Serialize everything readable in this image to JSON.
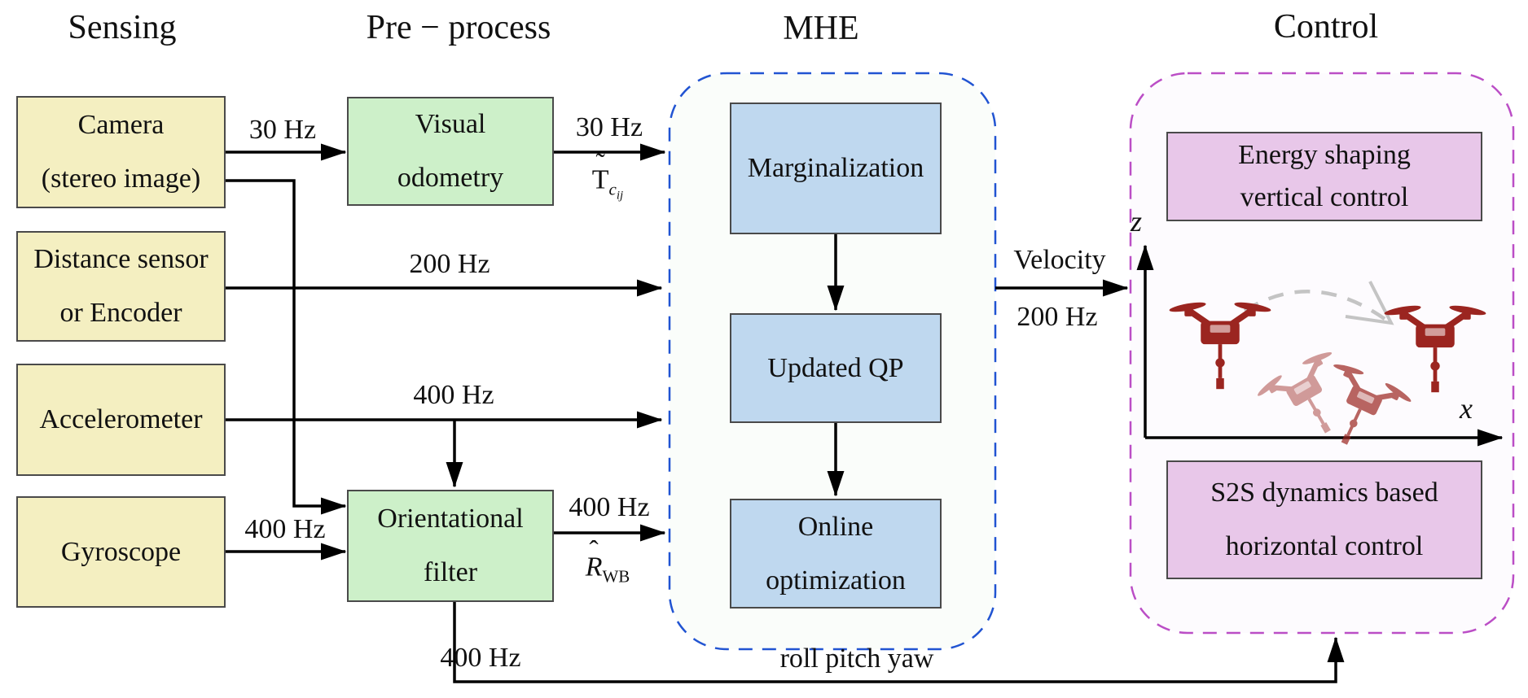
{
  "columns": {
    "sensing": "Sensing",
    "preprocess": "Pre − process",
    "mhe": "MHE",
    "control": "Control"
  },
  "sensing": {
    "camera": {
      "line1": "Camera",
      "line2": "(stereo image)"
    },
    "distance": {
      "line1": "Distance sensor",
      "line2": "or Encoder"
    },
    "accelerometer": {
      "label": "Accelerometer"
    },
    "gyroscope": {
      "label": "Gyroscope"
    }
  },
  "preprocess": {
    "visual_odometry": {
      "line1": "Visual",
      "line2": "odometry"
    },
    "orientational_filter": {
      "line1": "Orientational",
      "line2": "filter"
    }
  },
  "mhe": {
    "marginalization": {
      "label": "Marginalization"
    },
    "updated_qp": {
      "label": "Updated QP"
    },
    "online_optimization": {
      "line1": "Online",
      "line2": "optimization"
    }
  },
  "control": {
    "energy_shaping": {
      "line1": "Energy shaping",
      "line2": "vertical control"
    },
    "s2s": {
      "line1": "S2S dynamics based",
      "line2": "horizontal control"
    },
    "axes": {
      "vertical": "z",
      "horizontal": "x"
    }
  },
  "signals": {
    "camera_to_vo": "30 Hz",
    "vo_to_mhe_rate": "30 Hz",
    "vo_to_mhe_pose": {
      "base": "T",
      "accent": "˜",
      "sub": "c",
      "subsub": "ij"
    },
    "distance_to_mhe": "200 Hz",
    "accelerometer_to_mhe": "400 Hz",
    "gyroscope_to_filter": "400 Hz",
    "filter_to_mhe_rate": "400 Hz",
    "filter_to_mhe_attitude": {
      "base": "R",
      "accent": "ˆ",
      "sub": "WB"
    },
    "mhe_to_control_line1": "Velocity",
    "mhe_to_control_line2": "200 Hz",
    "filter_to_control_rate": "400 Hz",
    "filter_to_control_signal": "roll pitch yaw"
  },
  "colors": {
    "sensor-fill": "#f4efc1",
    "process-fill": "#cdf0c9",
    "mhe-box-fill": "#bfd8ef",
    "control-box-fill": "#e8c7e9",
    "box-border": "#4a4a4a",
    "mhe-dash": "#2154d2",
    "control-dash": "#bb4ec6",
    "mhe-region-fill": "#fafdfa",
    "control-region-fill": "#fdfbfe",
    "arrow": "#000000",
    "drone": "#9b2520",
    "trajectory": "#c4c4c4"
  }
}
